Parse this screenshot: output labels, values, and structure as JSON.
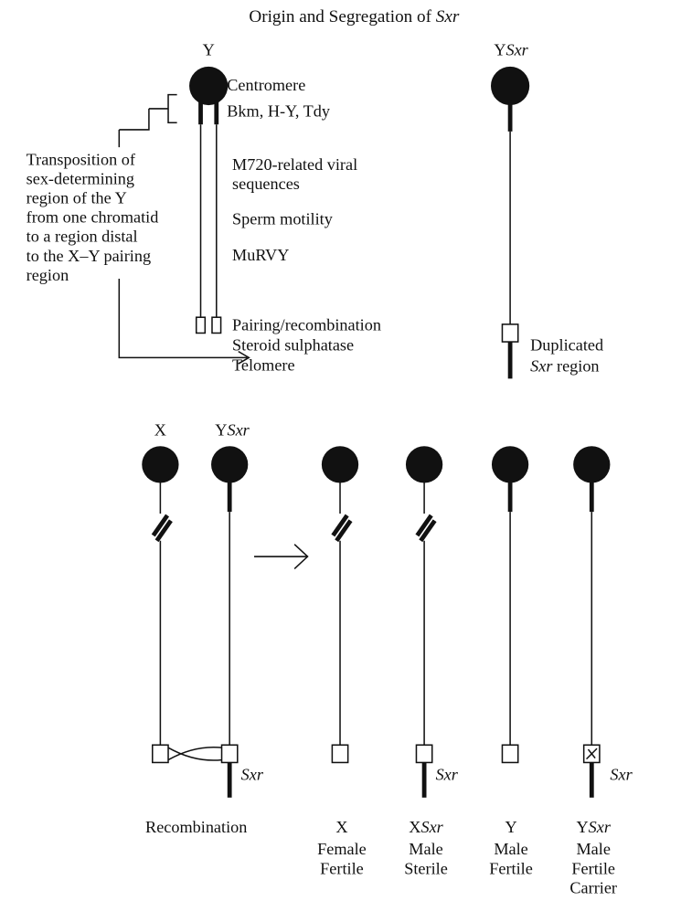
{
  "title": {
    "prefix": "Origin and Segregation of ",
    "gene": "Sxr"
  },
  "top": {
    "y_label": "Y",
    "ysxr_label": {
      "base": "Y",
      "gene": "Sxr"
    },
    "centromere": "Centromere",
    "genes": "Bkm, H-Y, Tdy",
    "transposition_lines": [
      "Transposition of",
      "sex-determining",
      "region of the Y",
      "from one chromatid",
      "to a region distal",
      "to the X–Y pairing",
      "region"
    ],
    "viral_lines": [
      "M720-related viral",
      "sequences"
    ],
    "sperm": "Sperm motility",
    "murvy": "MuRVY",
    "pairing": "Pairing/recombination",
    "steroid": "Steroid sulphatase",
    "telomere": "Telomere",
    "duplicated_lines": [
      "Duplicated",
      "region"
    ],
    "duplicated_gene": "Sxr"
  },
  "bottom": {
    "x_label": "X",
    "ysxr_label": {
      "base": "Y",
      "gene": "Sxr"
    },
    "sxr_tag": "Sxr",
    "recombination": "Recombination",
    "products": [
      {
        "base": "X",
        "gene": "",
        "lines": [
          "Female",
          "Fertile"
        ]
      },
      {
        "base": "X",
        "gene": "Sxr",
        "lines": [
          "Male",
          "Sterile"
        ]
      },
      {
        "base": "Y",
        "gene": "",
        "lines": [
          "Male",
          "Fertile"
        ]
      },
      {
        "base": "Y",
        "gene": "Sxr",
        "lines": [
          "Male",
          "Fertile",
          "Carrier"
        ]
      }
    ]
  }
}
